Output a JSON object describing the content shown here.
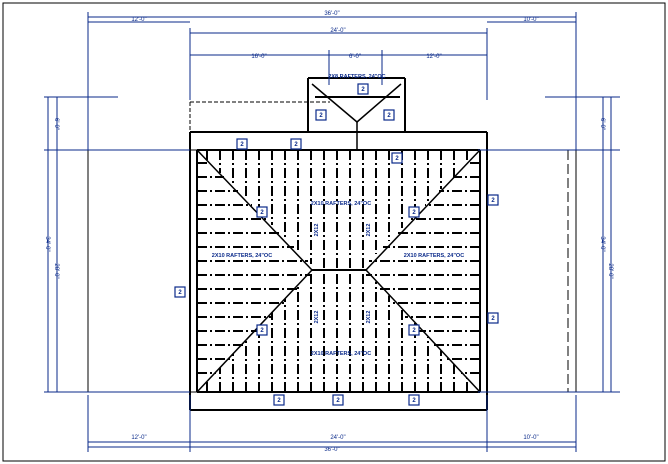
{
  "dimensions": {
    "top_overall": "36'-0\"",
    "top_left": "12'-0\"",
    "top_right": "10'-0\"",
    "top_middle": "24'-0\"",
    "top_seg1": "16'-0\"",
    "top_seg2": "6'-0\"",
    "top_seg3": "12'-0\"",
    "bottom_left": "12'-0\"",
    "bottom_middle": "24'-0\"",
    "bottom_right": "10'-0\"",
    "bottom_overall": "36'-0\"",
    "left_top": "6'-0\"",
    "left_overall": "34'-0\"",
    "left_main": "28'-0\"",
    "right_top": "6'-0\"",
    "right_overall": "34'-0\"",
    "right_main": "28'-0\""
  },
  "labels": {
    "bay_rafters": "2X8 RAFTERS, 24\"OC",
    "top_rafters": "2X10 RAFTERS, 24\"OC",
    "left_rafters": "2X10 RAFTERS, 24\"OC",
    "right_rafters": "2X10 RAFTERS, 24\"OC",
    "bottom_rafters": "2X10 RAFTERS, 24\"OC",
    "ridge_member": "2X12"
  },
  "detail_tag": "2",
  "colors": {
    "dimension": "#0a2a8a",
    "framing": "#000000"
  }
}
